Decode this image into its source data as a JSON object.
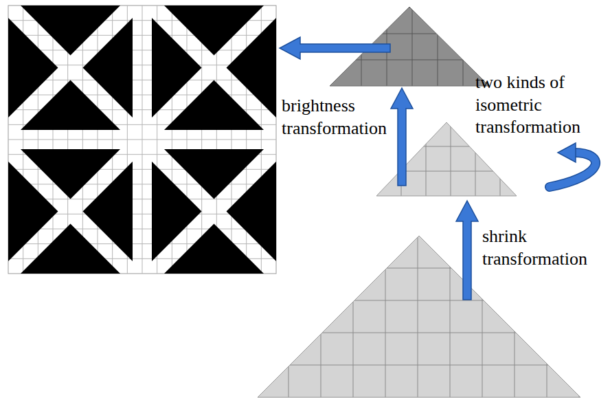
{
  "diagram": {
    "labels": [
      "brightness transformation",
      "two kinds of isometric transformation",
      "shrink transformation"
    ]
  }
}
